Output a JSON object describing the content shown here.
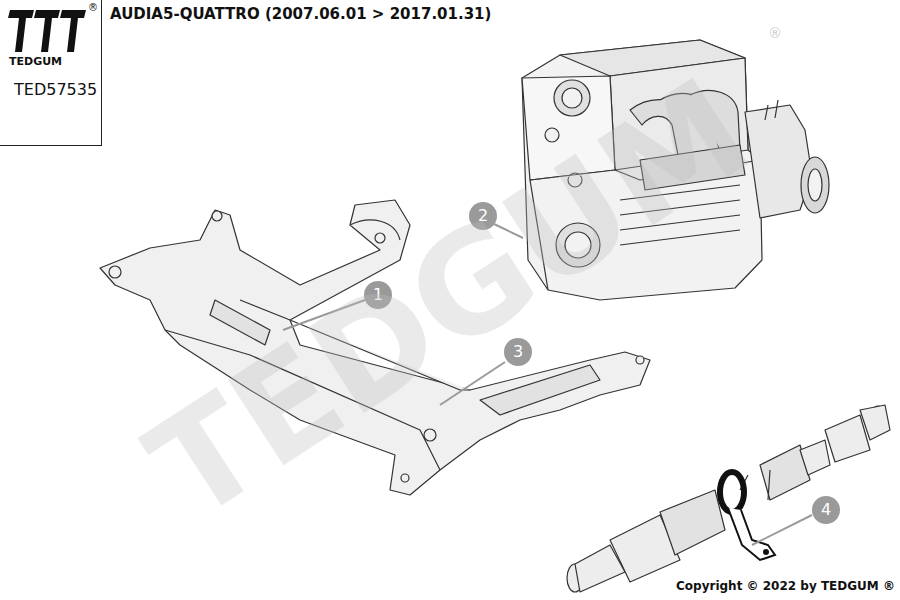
{
  "diagram": {
    "title": "AUDIA5-QUATTRO (2007.06.01 > 2017.01.31)",
    "nodes": [
      {
        "text": [
          "TEDGUM",
          "TED57535"
        ]
      },
      {
        "text": [
          "2"
        ]
      },
      {
        "text": [
          "1"
        ]
      },
      {
        "text": [
          "3"
        ]
      },
      {
        "text": [
          "4"
        ]
      }
    ],
    "labels": [
      "®",
      "TEDGUM",
      "®",
      "Copyright © 2022 by TEDGUM ®"
    ]
  }
}
